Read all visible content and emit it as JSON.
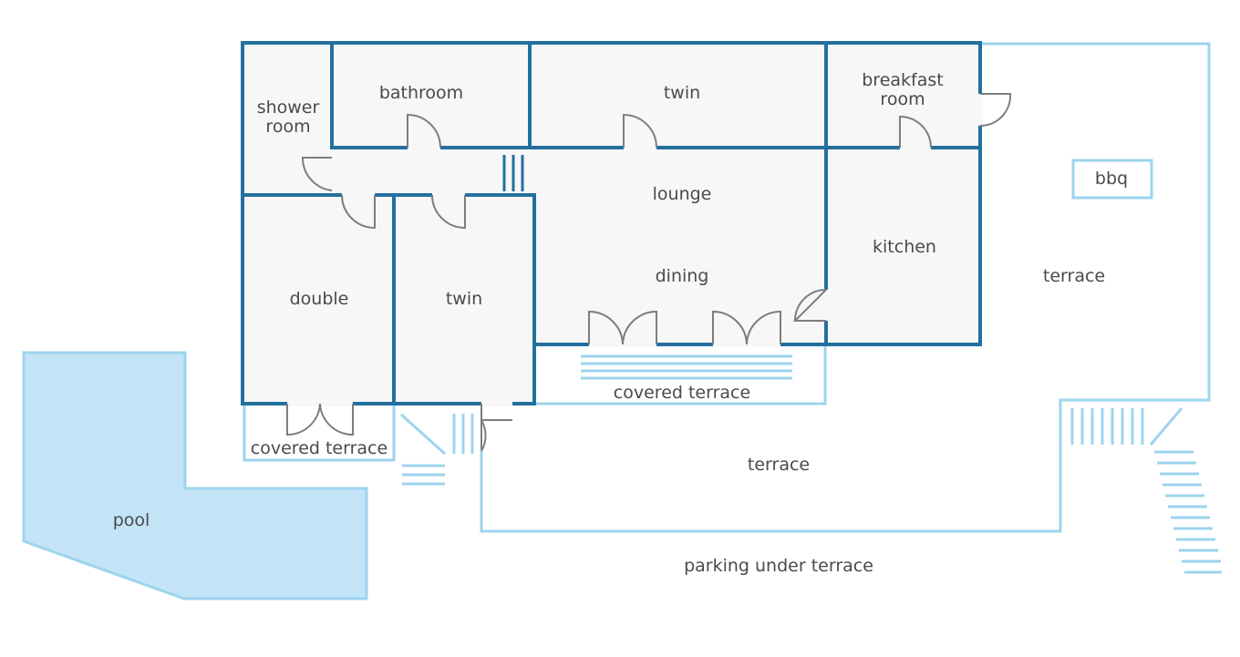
{
  "colors": {
    "wall": "#23709f",
    "outline": "#9dd4ef",
    "floor": "#f7f7f7",
    "pool": "#c3e4f7",
    "door": "#7d7d7d",
    "label": "#4a4a4a"
  },
  "rooms": {
    "shower_room": [
      "shower",
      "room"
    ],
    "bathroom": "bathroom",
    "twin_top": "twin",
    "breakfast_room": [
      "breakfast",
      "room"
    ],
    "bbq": "bbq",
    "lounge": "lounge",
    "kitchen": "kitchen",
    "dining": "dining",
    "terrace_right": "terrace",
    "double": "double",
    "twin_bottom": "twin",
    "covered_terrace_middle": "covered terrace",
    "covered_terrace_left": "covered terrace",
    "terrace_bottom": "terrace",
    "pool": "pool",
    "parking": "parking under terrace"
  }
}
